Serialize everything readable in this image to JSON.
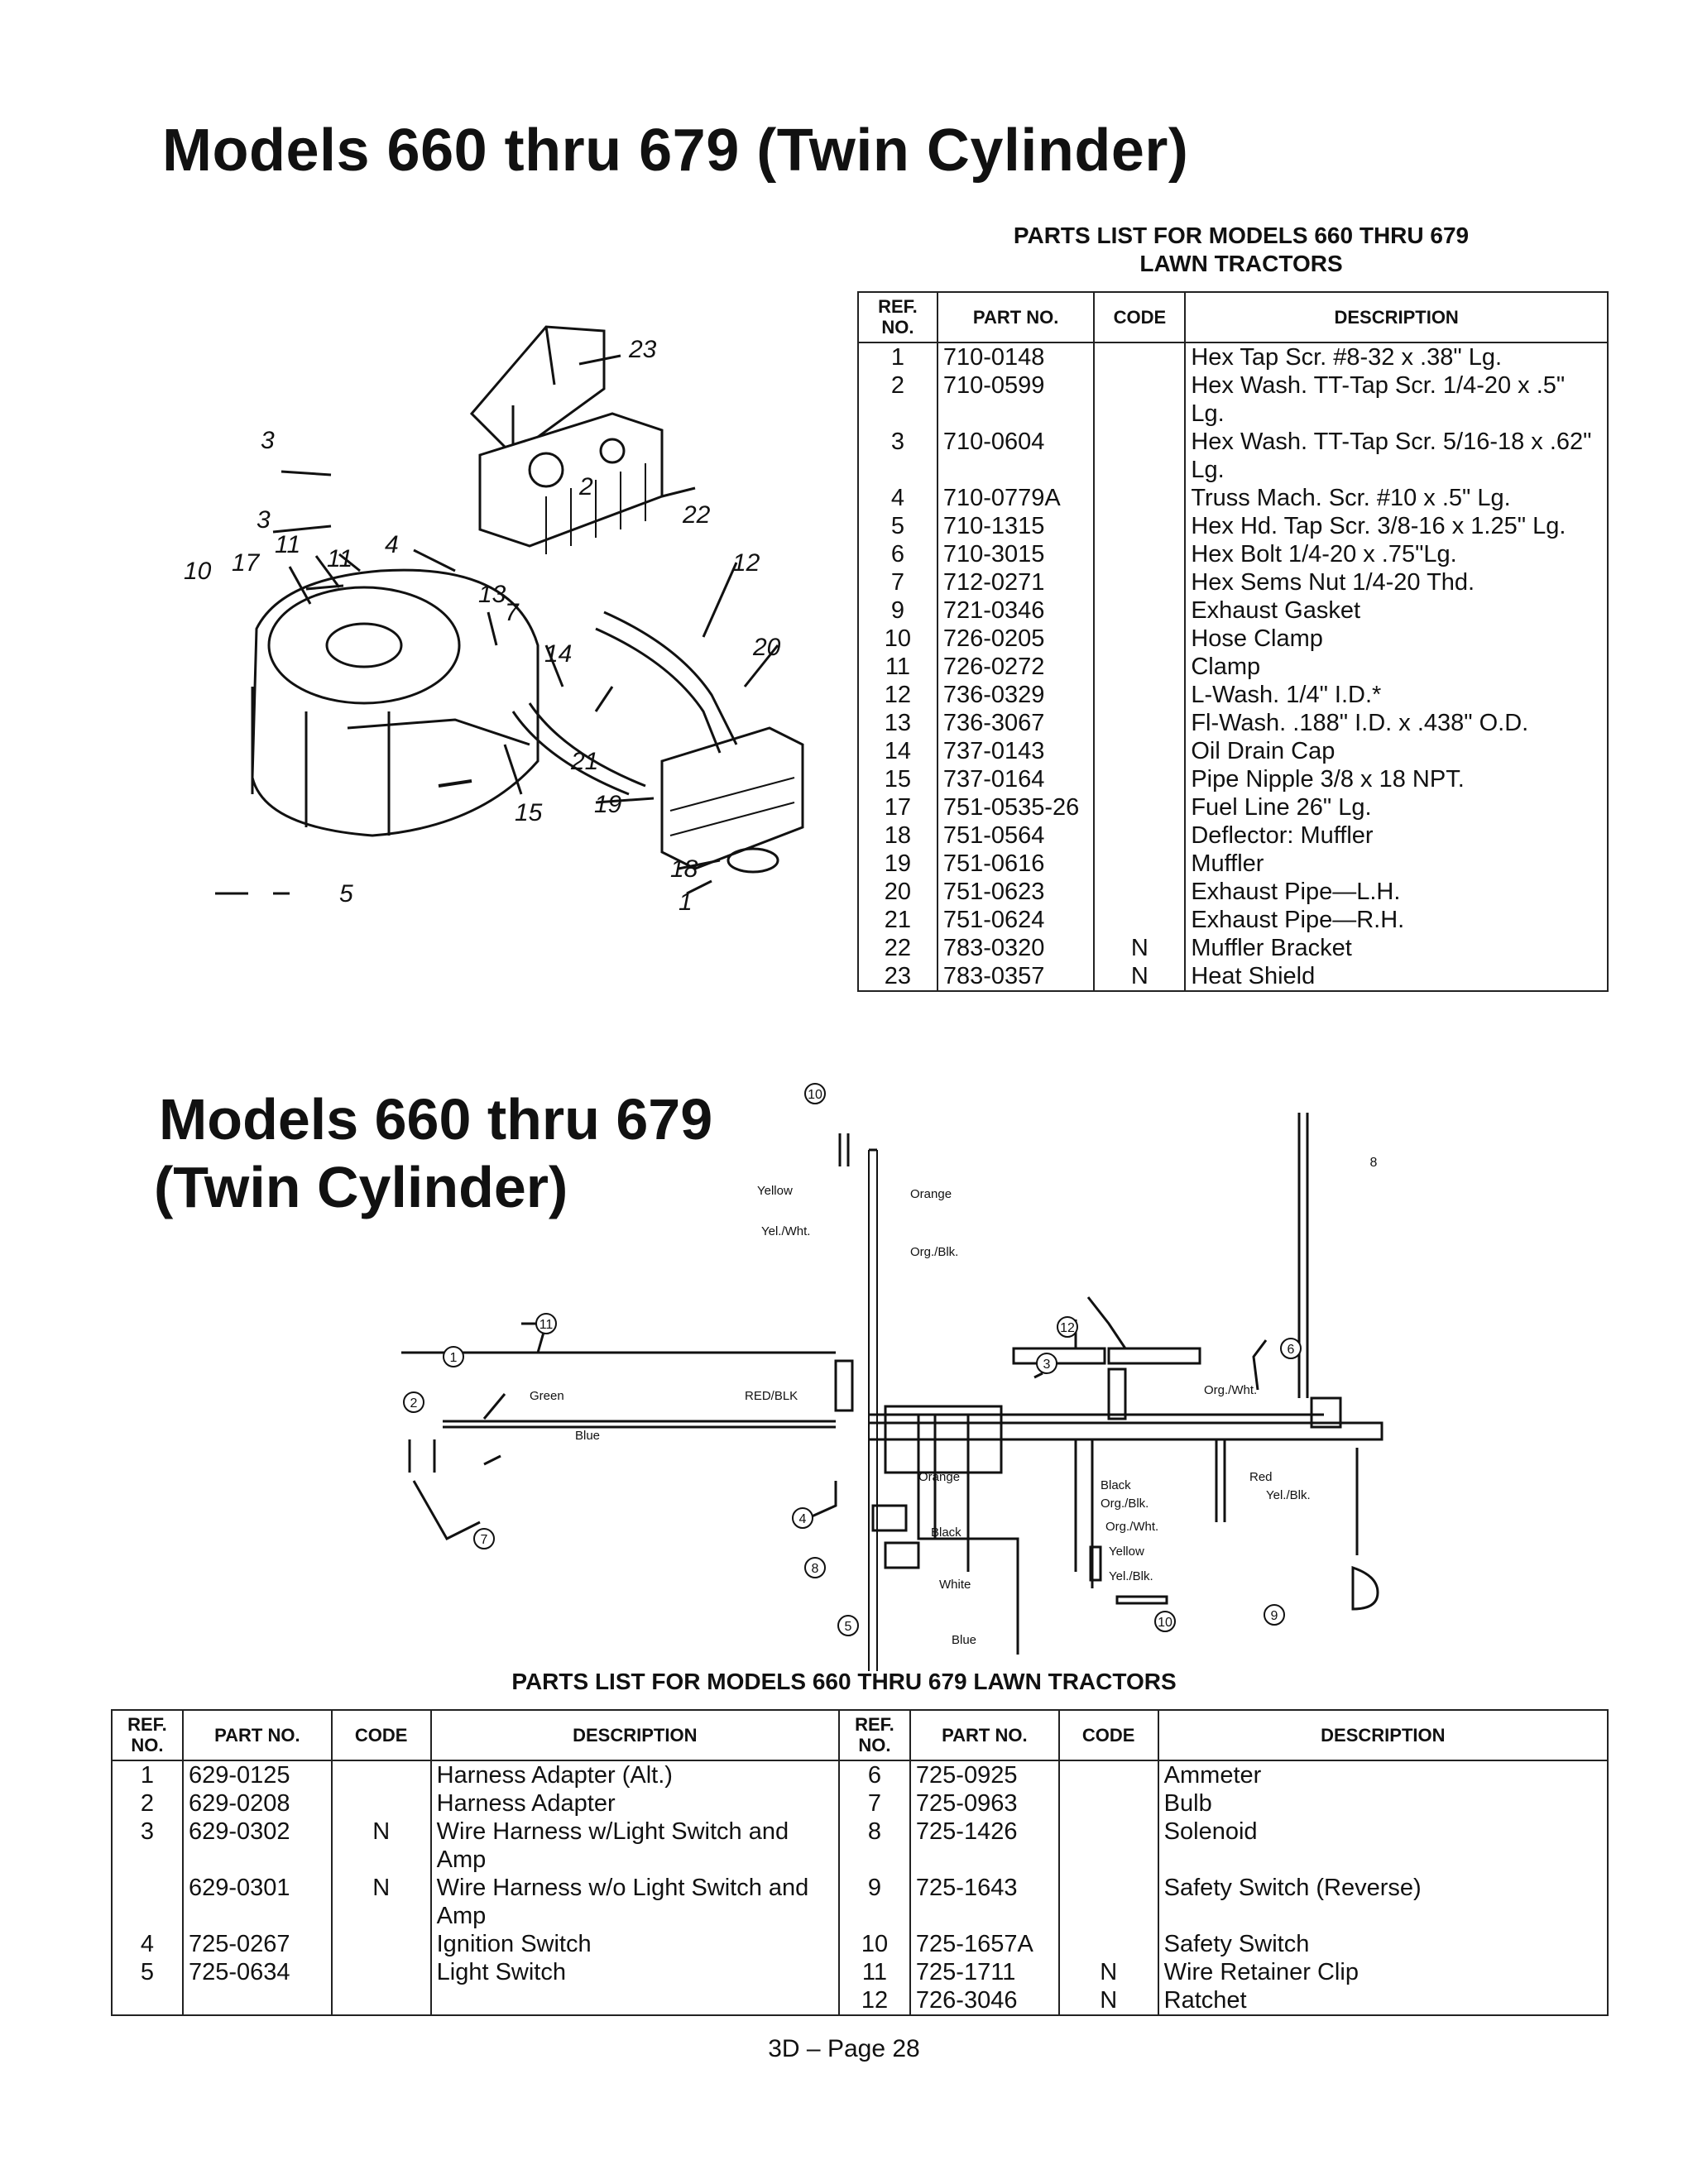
{
  "main_title": "Models 660 thru 679 (Twin Cylinder)",
  "top_parts": {
    "caption_line1": "PARTS LIST FOR MODELS 660 THRU 679",
    "caption_line2": "LAWN TRACTORS",
    "headers": {
      "ref": "REF. NO.",
      "part": "PART NO.",
      "code": "CODE",
      "description": "DESCRIPTION"
    },
    "rows": [
      {
        "ref": "1",
        "part": "710-0148",
        "code": "",
        "desc": "Hex Tap Scr. #8-32 x .38\" Lg."
      },
      {
        "ref": "2",
        "part": "710-0599",
        "code": "",
        "desc": "Hex Wash. TT-Tap Scr. 1/4-20 x .5\" Lg."
      },
      {
        "ref": "3",
        "part": "710-0604",
        "code": "",
        "desc": "Hex Wash. TT-Tap Scr. 5/16-18 x .62\" Lg."
      },
      {
        "ref": "4",
        "part": "710-0779A",
        "code": "",
        "desc": "Truss Mach. Scr. #10 x .5\" Lg."
      },
      {
        "ref": "5",
        "part": "710-1315",
        "code": "",
        "desc": "Hex Hd. Tap Scr. 3/8-16 x 1.25\" Lg."
      },
      {
        "ref": "6",
        "part": "710-3015",
        "code": "",
        "desc": "Hex Bolt 1/4-20 x .75\"Lg."
      },
      {
        "ref": "7",
        "part": "712-0271",
        "code": "",
        "desc": "Hex Sems Nut 1/4-20 Thd."
      },
      {
        "ref": "9",
        "part": "721-0346",
        "code": "",
        "desc": "Exhaust Gasket"
      },
      {
        "ref": "10",
        "part": "726-0205",
        "code": "",
        "desc": "Hose Clamp"
      },
      {
        "ref": "11",
        "part": "726-0272",
        "code": "",
        "desc": "Clamp"
      },
      {
        "ref": "12",
        "part": "736-0329",
        "code": "",
        "desc": "L-Wash. 1/4\" I.D.*"
      },
      {
        "ref": "13",
        "part": "736-3067",
        "code": "",
        "desc": "Fl-Wash. .188\" I.D. x .438\" O.D."
      },
      {
        "ref": "14",
        "part": "737-0143",
        "code": "",
        "desc": "Oil Drain Cap"
      },
      {
        "ref": "15",
        "part": "737-0164",
        "code": "",
        "desc": "Pipe Nipple 3/8 x 18 NPT."
      },
      {
        "ref": "17",
        "part": "751-0535-26",
        "code": "",
        "desc": "Fuel Line 26\" Lg."
      },
      {
        "ref": "18",
        "part": "751-0564",
        "code": "",
        "desc": "Deflector: Muffler"
      },
      {
        "ref": "19",
        "part": "751-0616",
        "code": "",
        "desc": "Muffler"
      },
      {
        "ref": "20",
        "part": "751-0623",
        "code": "",
        "desc": "Exhaust Pipe—L.H."
      },
      {
        "ref": "21",
        "part": "751-0624",
        "code": "",
        "desc": "Exhaust Pipe—R.H."
      },
      {
        "ref": "22",
        "part": "783-0320",
        "code": "N",
        "desc": "Muffler Bracket"
      },
      {
        "ref": "23",
        "part": "783-0357",
        "code": "N",
        "desc": "Heat Shield"
      }
    ]
  },
  "exploded_callouts": [
    "23",
    "3",
    "2",
    "22",
    "3",
    "11",
    "4",
    "11",
    "13",
    "12",
    "10",
    "17",
    "7",
    "14",
    "20",
    "21",
    "15",
    "19",
    "18",
    "1",
    "5"
  ],
  "wiring": {
    "title_line1": "Models 660 thru 679",
    "title_line2": "(Twin Cylinder)",
    "wire_labels": {
      "yellow": "Yellow",
      "orange_top": "Orange",
      "yel_wht": "Yel./Wht.",
      "org_blk_top": "Org./Blk.",
      "green": "Green",
      "red_blk": "RED/BLK",
      "blue_left": "Blue",
      "org_wht_right": "Org./Wht.",
      "orange_mid": "Orange",
      "black_mid": "Black",
      "white": "White",
      "blue_bottom": "Blue",
      "black_right": "Black",
      "red": "Red",
      "yel_blk_right": "Yel./Blk.",
      "org_blk_right": "Org./Blk.",
      "org_wht_lower": "Org./Wht.",
      "yellow_lower": "Yellow",
      "yel_blk_lower": "Yel./Blk."
    },
    "circled_numbers": {
      "c1": "1",
      "c2": "2",
      "c3": "3",
      "c4": "4",
      "c5": "5",
      "c6": "6",
      "c7": "7",
      "c8a": "8",
      "c8b": "8",
      "c9": "9",
      "c10a": "10",
      "c10b": "10",
      "c11": "11",
      "c12": "12"
    }
  },
  "bottom_parts": {
    "caption": "PARTS LIST FOR MODELS 660 THRU 679 LAWN TRACTORS",
    "headers": {
      "ref": "REF. NO.",
      "part": "PART NO.",
      "code": "CODE",
      "description": "DESCRIPTION"
    },
    "left_rows": [
      {
        "ref": "1",
        "part": "629-0125",
        "code": "",
        "desc": "Harness Adapter (Alt.)"
      },
      {
        "ref": "2",
        "part": "629-0208",
        "code": "",
        "desc": "Harness Adapter"
      },
      {
        "ref": "3",
        "part": "629-0302",
        "code": "N",
        "desc": "Wire Harness w/Light Switch and Amp"
      },
      {
        "ref": "",
        "part": "629-0301",
        "code": "N",
        "desc": "Wire Harness w/o Light Switch and Amp"
      },
      {
        "ref": "4",
        "part": "725-0267",
        "code": "",
        "desc": "Ignition Switch"
      },
      {
        "ref": "5",
        "part": "725-0634",
        "code": "",
        "desc": "Light Switch"
      }
    ],
    "right_rows": [
      {
        "ref": "6",
        "part": "725-0925",
        "code": "",
        "desc": "Ammeter"
      },
      {
        "ref": "7",
        "part": "725-0963",
        "code": "",
        "desc": "Bulb"
      },
      {
        "ref": "8",
        "part": "725-1426",
        "code": "",
        "desc": "Solenoid"
      },
      {
        "ref": "9",
        "part": "725-1643",
        "code": "",
        "desc": "Safety Switch (Reverse)"
      },
      {
        "ref": "10",
        "part": "725-1657A",
        "code": "",
        "desc": "Safety Switch"
      },
      {
        "ref": "11",
        "part": "725-1711",
        "code": "N",
        "desc": "Wire Retainer Clip"
      },
      {
        "ref": "12",
        "part": "726-3046",
        "code": "N",
        "desc": "Ratchet"
      }
    ]
  },
  "footer": "3D – Page 28"
}
